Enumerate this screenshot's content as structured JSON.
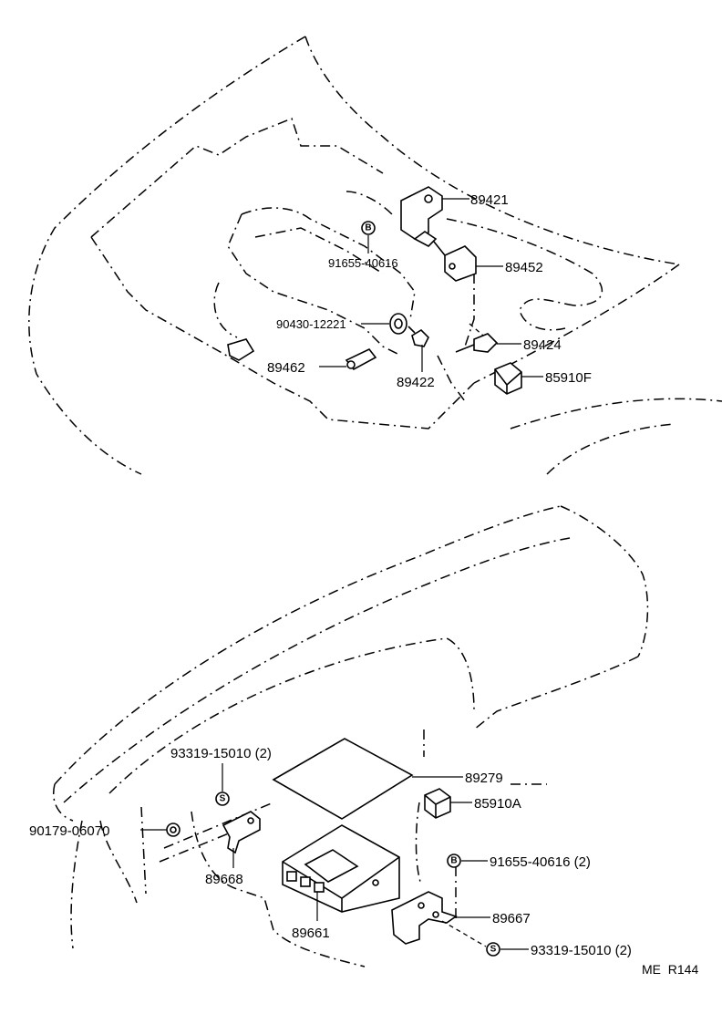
{
  "diagram": {
    "parts": {
      "p89421": "89421",
      "p91655_40616": "91655-40616",
      "p89452": "89452",
      "p90430_12221": "90430-12221",
      "p89424": "89424",
      "p89462": "89462",
      "p89422": "89422",
      "p85910F": "85910F",
      "p93319_15010_top": "93319-15010 (2)",
      "p89279": "89279",
      "p85910A": "85910A",
      "p90179_06070": "90179-06070",
      "p91655_40616_2": "91655-40616 (2)",
      "p89668": "89668",
      "p89667": "89667",
      "p89661": "89661",
      "p93319_15010_bottom": "93319-15010 (2)"
    },
    "symbols": {
      "bolt": "B",
      "screw": "S"
    },
    "reference_code": "ME  R144"
  }
}
